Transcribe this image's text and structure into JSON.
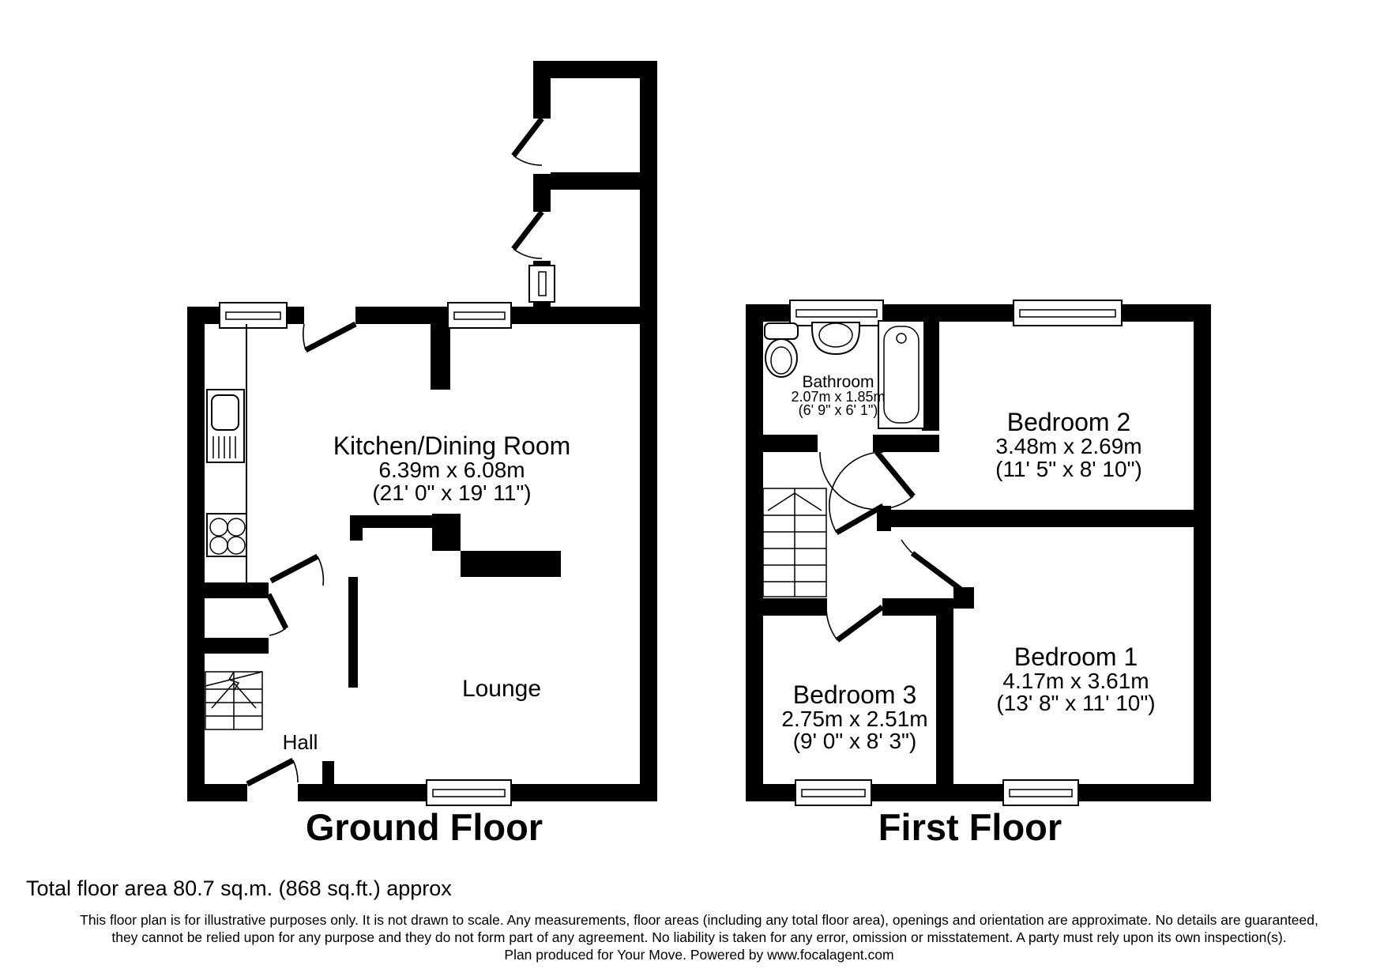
{
  "ground_floor": {
    "title": "Ground Floor",
    "kitchen": {
      "name": "Kitchen/Dining Room",
      "metric": "6.39m x 6.08m",
      "imperial": "(21' 0\" x 19' 11\")"
    },
    "lounge": {
      "name": "Lounge"
    },
    "hall": {
      "name": "Hall"
    }
  },
  "first_floor": {
    "title": "First Floor",
    "bathroom": {
      "name": "Bathroom",
      "metric": "2.07m x 1.85m",
      "imperial": "(6' 9\" x 6' 1\")"
    },
    "bedroom2": {
      "name": "Bedroom 2",
      "metric": "3.48m x 2.69m",
      "imperial": "(11' 5\" x 8' 10\")"
    },
    "bedroom1": {
      "name": "Bedroom 1",
      "metric": "4.17m x 3.61m",
      "imperial": "(13' 8\" x 11' 10\")"
    },
    "bedroom3": {
      "name": "Bedroom 3",
      "metric": "2.75m x 2.51m",
      "imperial": "(9' 0\" x 8' 3\")"
    }
  },
  "footer": {
    "total_area": "Total floor area 80.7 sq.m. (868 sq.ft.) approx",
    "disclaimer_line1": "This floor plan is for illustrative purposes only. It is not drawn to scale. Any measurements, floor areas (including any total floor area), openings and orientation are approximate. No details are guaranteed,",
    "disclaimer_line2": "they cannot be relied upon for any purpose and they do not form part of any agreement. No liability is taken for any error, omission or misstatement. A party must rely upon its own inspection(s).",
    "disclaimer_line3": "Plan produced for Your Move. Powered by www.focalagent.com"
  },
  "colors": {
    "wall": "#000000",
    "background": "#ffffff",
    "text": "#000000"
  }
}
